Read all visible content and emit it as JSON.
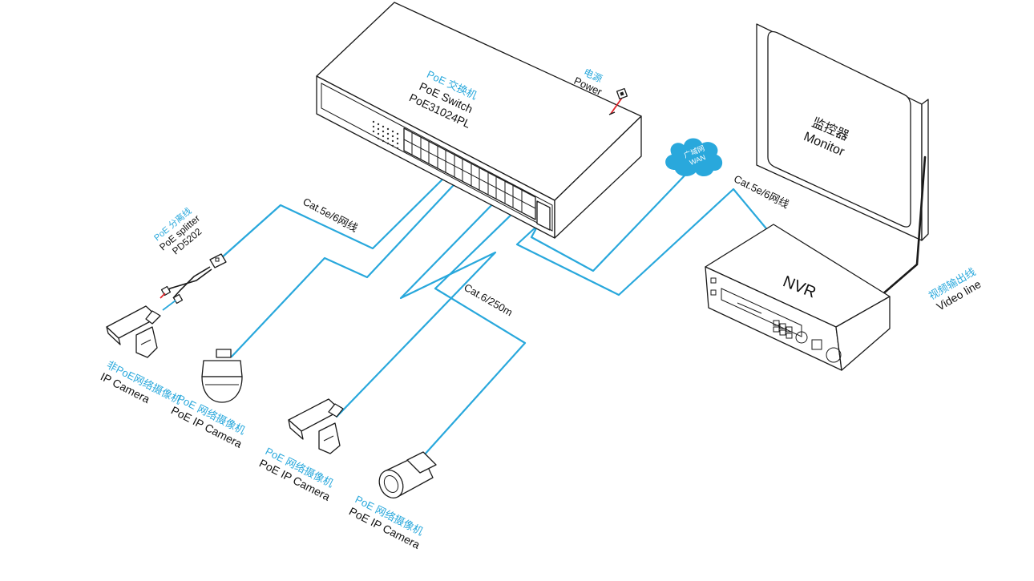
{
  "colors": {
    "cable": "#29a8dc",
    "label_cn": "#29a8dc",
    "label_en": "#111111",
    "power_wire": "#e0262b",
    "video_line": "#1a1a1a"
  },
  "switch": {
    "label_cn": "PoE 交换机",
    "label_en": "PoE  Switch",
    "model": "PoE31024PL"
  },
  "power": {
    "label_cn": "电源",
    "label_en": "Power"
  },
  "wan": {
    "label_cn": "广域网",
    "label_en": "WAN"
  },
  "monitor": {
    "label_cn": "监控器",
    "label_en": "Monitor"
  },
  "nvr": {
    "label": "NVR"
  },
  "video_line": {
    "label_cn": "视频输出线",
    "label_en": "Video line"
  },
  "cables": {
    "left": "Cat.5e/6网线",
    "right": "Cat.5e/6网线",
    "long": "Cat.6/250m"
  },
  "splitter": {
    "label_cn": "PoE 分离线",
    "label_en": "PoE splitter",
    "model": "PD5202"
  },
  "cameras": [
    {
      "label_cn": "非PoE网络摄像机",
      "label_en": "IP Camera",
      "icon": "bullet-camera-icon"
    },
    {
      "label_cn": "PoE 网络摄像机",
      "label_en": "PoE IP Camera",
      "icon": "dome-camera-icon"
    },
    {
      "label_cn": "PoE 网络摄像机",
      "label_en": "PoE IP Camera",
      "icon": "box-camera-icon"
    },
    {
      "label_cn": "PoE 网络摄像机",
      "label_en": "PoE IP Camera",
      "icon": "bullet-lens-camera-icon"
    }
  ]
}
